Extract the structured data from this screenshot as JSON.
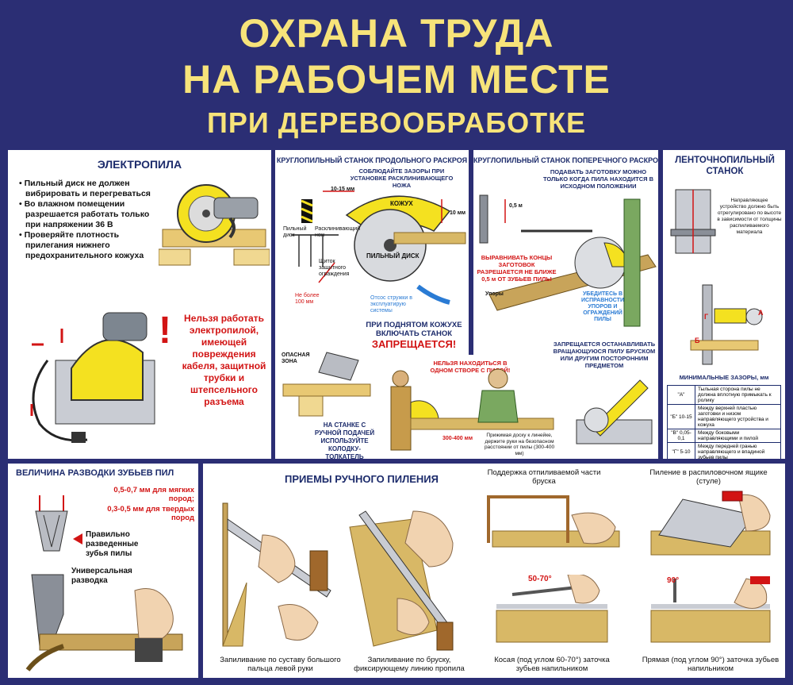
{
  "header": {
    "line1": "ОХРАНА ТРУДА",
    "line2": "НА РАБОЧЕМ МЕСТЕ",
    "line3": "ПРИ ДЕРЕВООБРАБОТКЕ"
  },
  "electric_saw": {
    "title": "ЭЛЕКТРОПИЛА",
    "bullets": [
      "• Пильный диск не должен вибрировать и перегреваться",
      "• Во влажном помещении разрешается работать только при напряжении 36 В",
      "• Проверяйте плотность прилегания нижнего предохранительного кожуха"
    ],
    "warning": "Нельзя работать электропилой, имеющей повреждения кабеля, защитной трубки и штепсельного разъема"
  },
  "rip_saw": {
    "title": "КРУГЛОПИЛЬНЫЙ СТАНОК ПРОДОЛЬНОГО РАСКРОЯ",
    "note_gap": "СОБЛЮДАЙТЕ ЗАЗОРЫ ПРИ УСТАНОВКЕ РАСКЛИНИВАЮЩЕГО НОЖА",
    "dim_10_15": "10-15 мм",
    "dim_10": "10 мм",
    "label_kozhukh": "КОЖУХ",
    "label_disk": "ПИЛЬНЫЙ ДИСК",
    "label_saw_disk": "Пильный диск",
    "label_knife": "Расклинивающий нож",
    "label_shield": "Щиток защитного ограждения",
    "label_max": "Не более 100 мм",
    "label_exhaust": "Отсос стружки в эксплуатирую системы",
    "label_danger": "ОПАСНАЯ ЗОНА",
    "warn1": "ПРИ ПОДНЯТОМ КОЖУХЕ ВКЛЮЧАТЬ СТАНОК",
    "warn2": "ЗАПРЕЩАЕТСЯ!",
    "pusher": "НА СТАНКЕ С РУЧНОЙ ПОДАЧЕЙ ИСПОЛЬЗУЙТЕ КОЛОДКУ-ТОЛКАТЕЛЬ"
  },
  "cross_saw": {
    "title": "КРУГЛОПИЛЬНЫЙ СТАНОК ПОПЕРЕЧНОГО РАСКРОЯ",
    "note_feed": "ПОДАВАТЬ ЗАГОТОВКУ МОЖНО ТОЛЬКО КОГДА ПИЛА НАХОДИТСЯ В ИСХОДНОМ ПОЛОЖЕНИИ",
    "dim_05": "0,5 м",
    "note_align": "ВЫРАВНИВАТЬ КОНЦЫ ЗАГОТОВОК РАЗРЕШАЕТСЯ НЕ БЛИЖЕ 0,5 м ОТ ЗУБЬЕВ ПИЛЫ",
    "label_stops": "Упоры",
    "note_check": "УБЕДИТЕСЬ В ИСПРАВНОСТИ УПОРОВ И ОГРАЖДЕНИЙ ПИЛЫ",
    "note_stop": "ЗАПРЕЩАЕТСЯ ОСТАНАВЛИВАТЬ ВРАЩАЮЩУЮСЯ ПИЛУ БРУСКОМ ИЛИ ДРУГИМ ПОСТОРОННИМ ПРЕДМЕТОМ"
  },
  "center": {
    "warn": "НЕЛЬЗЯ НАХОДИТЬСЯ В ОДНОМ СТВОРЕ С ПИЛОЙ!",
    "dim": "300-400 мм",
    "note": "Прижимая доску к линейке, держите руки на безопасном расстоянии от пилы (300-400 мм)"
  },
  "band_saw": {
    "title": "ЛЕНТОЧНОПИЛЬНЫЙ СТАНОК",
    "note": "Направляющее устройство должно быть отрегулировано по высоте в зависимости от толщины распиливаемого материала",
    "label_a": "А",
    "label_b": "Б",
    "label_g": "Г",
    "gaps_title": "МИНИМАЛЬНЫЕ ЗАЗОРЫ, мм",
    "table": [
      [
        "\"А\"",
        "Тыльная сторона пилы не должна вплотную примыкать к ролику"
      ],
      [
        "\"Б\" 10-15",
        "Между верхней пластью заготовки и низом направляющего устройства и кожуха"
      ],
      [
        "\"В\" 0,05-0,1",
        "Между боковыми направляющими и пилой"
      ],
      [
        "\"Г\" 5-10",
        "Между передней гранью направляющего и впадиной зубьев пилы"
      ]
    ]
  },
  "teeth": {
    "title": "ВЕЛИЧИНА РАЗВОДКИ ЗУБЬЕВ ПИЛ",
    "soft": "0,5-0,7 мм для мягких пород;",
    "hard": "0,3-0,5 мм для твердых пород",
    "correct": "Правильно разведенные зубья пилы",
    "universal": "Универсальная разводка"
  },
  "manual": {
    "title": "ПРИЕМЫ РУЧНОГО ПИЛЕНИЯ",
    "cap1": "Запиливание по суставу большого пальца левой руки",
    "cap2": "Запиливание по бруску, фиксирующему линию пропила",
    "support": "Поддержка отпиливаемой части бруска",
    "miter": "Пиление в распиловочном ящике (стуле)",
    "angle1": "50-70°",
    "angle2": "90°",
    "cap3": "Косая (под углом 60-70°) заточка зубьев напильником",
    "cap4": "Прямая (под углом 90°) заточка зубьев напильником"
  }
}
